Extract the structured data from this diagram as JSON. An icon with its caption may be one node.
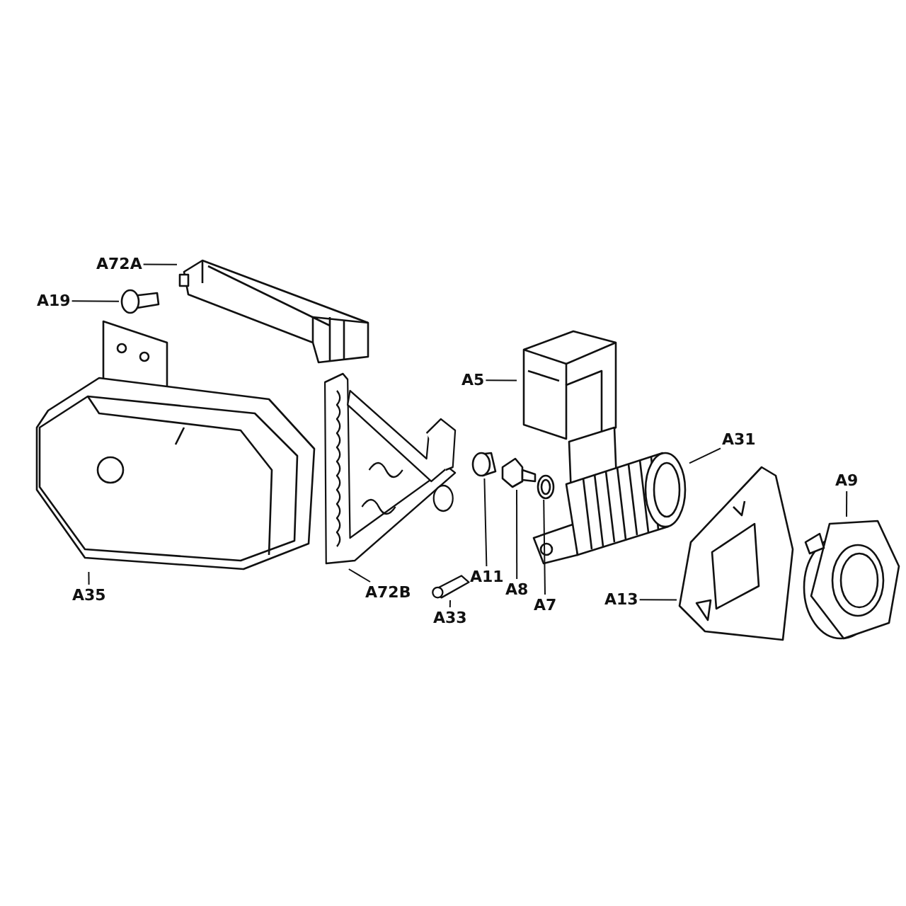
{
  "diagram": {
    "nodes": [
      {
        "text": [
          "A72A"
        ]
      },
      {
        "text": [
          "A19"
        ]
      },
      {
        "text": [
          "A5"
        ]
      },
      {
        "text": [
          "A31"
        ]
      },
      {
        "text": [
          "A9"
        ]
      },
      {
        "text": [
          "A72B"
        ]
      },
      {
        "text": [
          "A35"
        ]
      },
      {
        "text": [
          "A11"
        ]
      },
      {
        "text": [
          "A13"
        ]
      },
      {
        "text": [
          "A8"
        ]
      },
      {
        "text": [
          "A33"
        ]
      },
      {
        "text": [
          "A7"
        ]
      },
      {
        "text": [],
        "shape": "picture"
      },
      {
        "text": [],
        "shape": "picture"
      },
      {
        "text": [],
        "shape": "picture"
      },
      {
        "text": [],
        "shape": "picture"
      },
      {
        "text": [],
        "shape": "picture"
      },
      {
        "text": [],
        "shape": "picture"
      },
      {
        "text": [],
        "shape": "picture"
      },
      {
        "text": [],
        "shape": "picture"
      },
      {
        "text": [],
        "shape": "picture"
      },
      {
        "text": [],
        "shape": "picture"
      },
      {
        "text": [],
        "shape": "picture"
      },
      {
        "text": [],
        "shape": "picture"
      }
    ],
    "edges": [
      {
        "from": 0,
        "to": 12,
        "arrow": "none"
      },
      {
        "from": 1,
        "to": 13,
        "arrow": "none"
      },
      {
        "from": 2,
        "to": 14,
        "arrow": "none"
      },
      {
        "from": 3,
        "to": 15,
        "arrow": "none"
      },
      {
        "from": 4,
        "to": 16,
        "arrow": "none"
      },
      {
        "from": 5,
        "to": 17,
        "arrow": "none"
      },
      {
        "from": 6,
        "to": 18,
        "arrow": "none"
      },
      {
        "from": 7,
        "to": 19,
        "arrow": "none"
      },
      {
        "from": 8,
        "to": 20,
        "arrow": "none"
      },
      {
        "from": 9,
        "to": 21,
        "arrow": "none"
      },
      {
        "from": 10,
        "to": 22,
        "arrow": "none"
      },
      {
        "from": 11,
        "to": 23,
        "arrow": "none"
      }
    ]
  }
}
